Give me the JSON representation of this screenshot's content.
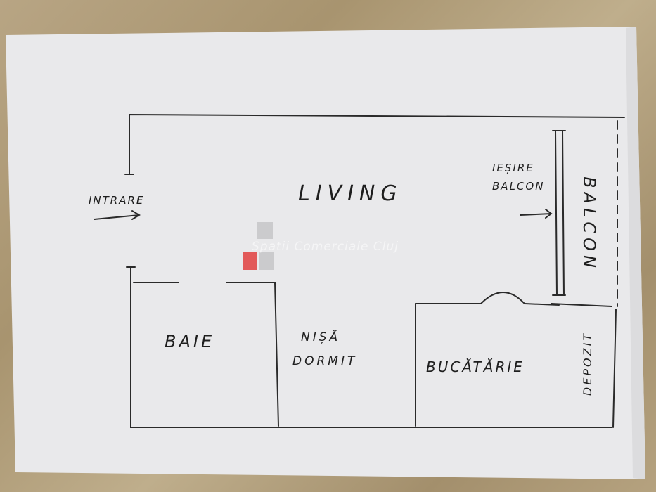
{
  "plan": {
    "rooms": {
      "entrance": "INTRARE",
      "living": "LIVING",
      "balcony_exit": [
        "IEȘIRE",
        "BALCON"
      ],
      "balcony": "BALCON",
      "bathroom": "BAIE",
      "sleeping_nook": [
        "NIȘĂ",
        "DORMIT"
      ],
      "kitchen": "BUCĂTĂRIE",
      "storage": "DEPOZIT"
    }
  },
  "watermark": {
    "text": "Spatii Comerciale Cluj",
    "accent": "#e04040"
  }
}
